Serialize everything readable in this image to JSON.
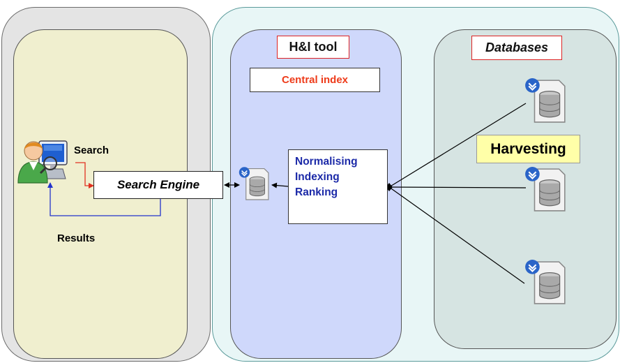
{
  "hi_tool": {
    "title": "H&I tool",
    "central_index": "Central index",
    "processes": [
      "Normalising",
      "Indexing",
      "Ranking"
    ]
  },
  "databases": {
    "title": "Databases",
    "harvesting": "Harvesting"
  },
  "user": {
    "search_label": "Search",
    "results_label": "Results",
    "search_engine": "Search Engine"
  },
  "colors": {
    "central_index_text": "#ee3b1a",
    "process_text": "#1c2aa8",
    "search_arrow": "#e03020",
    "results_arrow": "#2233cc",
    "harvesting_fill": "#ffffa8"
  },
  "icons": [
    "user-computer-icon",
    "database-icon"
  ]
}
